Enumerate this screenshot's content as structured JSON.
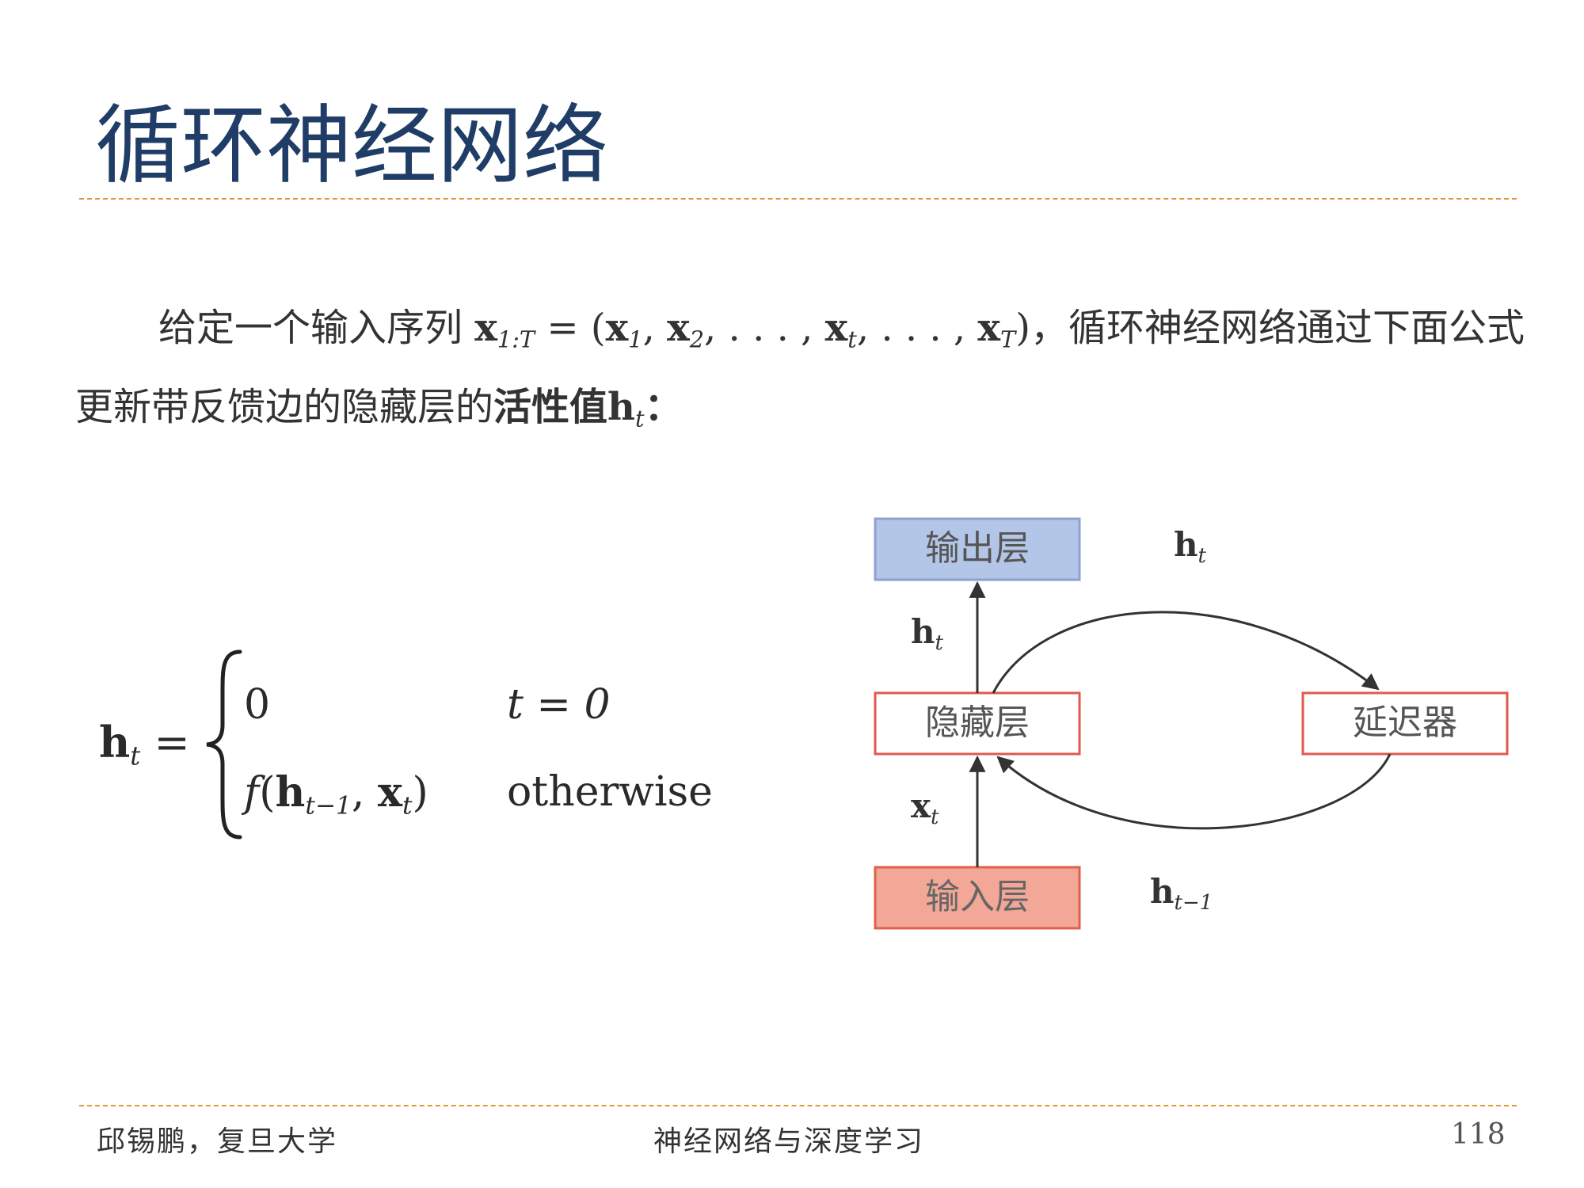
{
  "slide": {
    "title": "循环神经网络",
    "paragraph": {
      "lead": "给定一个输入序列",
      "seq_var": "x",
      "seq_sub": "1:T",
      "seq_eq": " = (",
      "x1": "x",
      "x1_sub": "1",
      "sep1": ", ",
      "x2": "x",
      "x2_sub": "2",
      "dots1": ", . . . , ",
      "xt": "x",
      "xt_sub": "t",
      "dots2": ", . . . , ",
      "xT": "x",
      "xT_sub": "T",
      "close": ")，",
      "middle": "循环神经网络通过下面公式更新带反馈边的隐藏层的",
      "bold_phrase": "活性值",
      "h_var": "h",
      "h_sub": "t",
      "end": "："
    },
    "equation": {
      "lhs_var": "h",
      "lhs_sub": "t",
      "lhs_eq": " =",
      "case0_value": "0",
      "case0_cond": "t = 0",
      "case1_f": "f",
      "case1_open": "(",
      "case1_h": "h",
      "case1_h_sub": "t−1",
      "case1_sep": ", ",
      "case1_x": "x",
      "case1_x_sub": "t",
      "case1_close": ")",
      "case1_cond": "otherwise"
    },
    "diagram": {
      "output_layer": "输出层",
      "hidden_layer": "隐藏层",
      "input_layer": "输入层",
      "delay_unit": "延迟器",
      "edge_hidden_to_output": {
        "var": "h",
        "sub": "t"
      },
      "edge_input_to_hidden": {
        "var": "x",
        "sub": "t"
      },
      "edge_hidden_to_delay": {
        "var": "h",
        "sub": "t"
      },
      "edge_delay_to_hidden": {
        "var": "h",
        "sub": "t−1"
      },
      "colors": {
        "output_fill": "#b4c6e7",
        "output_stroke": "#8da2cf",
        "input_fill": "#f3a796",
        "input_stroke": "#e0604e",
        "box_stroke": "#e05a4e",
        "arrow": "#333333"
      }
    },
    "footer": {
      "left": "邱锡鹏，复旦大学",
      "center": "神经网络与深度学习",
      "page_number": "118"
    },
    "colors": {
      "title": "#1f3d66",
      "rule": "#e0963c"
    }
  }
}
